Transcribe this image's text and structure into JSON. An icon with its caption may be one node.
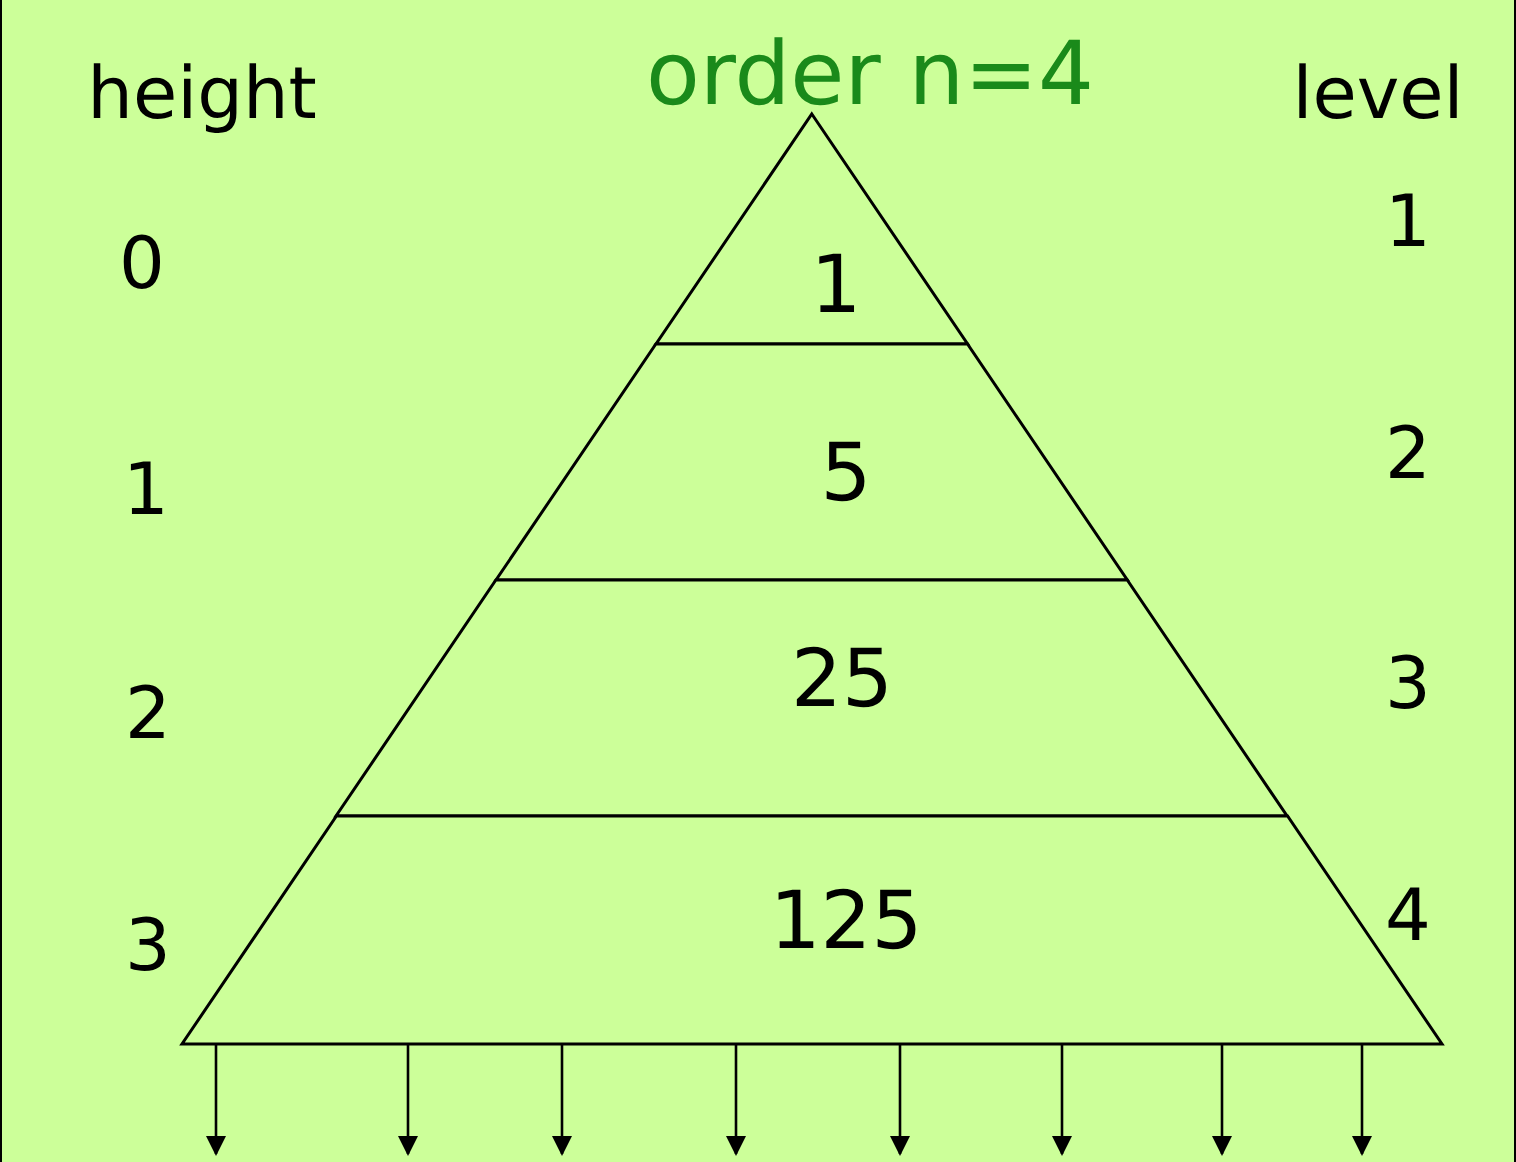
{
  "diagram": {
    "title": "order n=4",
    "nodes": [
      {
        "text": [
          "1"
        ]
      },
      {
        "text": [
          "5"
        ]
      },
      {
        "text": [
          "25"
        ]
      },
      {
        "text": [
          "125"
        ]
      }
    ],
    "edges": [
      {
        "from": 3,
        "to": null,
        "arrow": "to"
      },
      {
        "from": 3,
        "to": null,
        "arrow": "to"
      },
      {
        "from": 3,
        "to": null,
        "arrow": "to"
      },
      {
        "from": 3,
        "to": null,
        "arrow": "to"
      },
      {
        "from": 3,
        "to": null,
        "arrow": "to"
      },
      {
        "from": 3,
        "to": null,
        "arrow": "to"
      },
      {
        "from": 3,
        "to": null,
        "arrow": "to"
      },
      {
        "from": 3,
        "to": null,
        "arrow": "to"
      }
    ],
    "labels": [
      "height",
      "level",
      "0",
      "1",
      "1",
      "2",
      "2",
      "3",
      "3",
      "4"
    ]
  }
}
